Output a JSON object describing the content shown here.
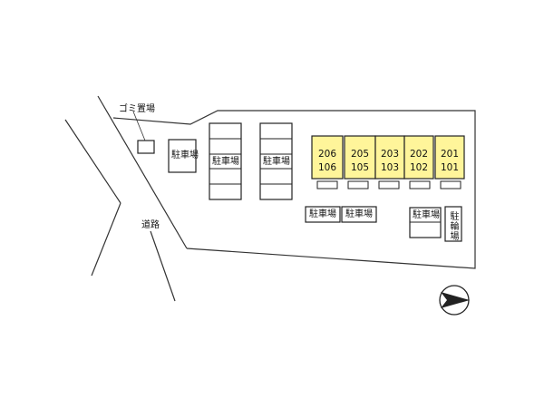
{
  "colors": {
    "background": "#ffffff",
    "line": "#333333",
    "building_fill": "#fff59a",
    "building_stroke": "#222222"
  },
  "labels": {
    "garbage": "ゴミ置場",
    "road": "道路",
    "parking": "駐車場",
    "bicycle": "駐輪場"
  },
  "units": [
    {
      "upper": "206",
      "lower": "106"
    },
    {
      "upper": "205",
      "lower": "105"
    },
    {
      "upper": "203",
      "lower": "103"
    },
    {
      "upper": "202",
      "lower": "102"
    },
    {
      "upper": "201",
      "lower": "101"
    }
  ],
  "icons": {
    "compass": "north-arrow-icon"
  }
}
